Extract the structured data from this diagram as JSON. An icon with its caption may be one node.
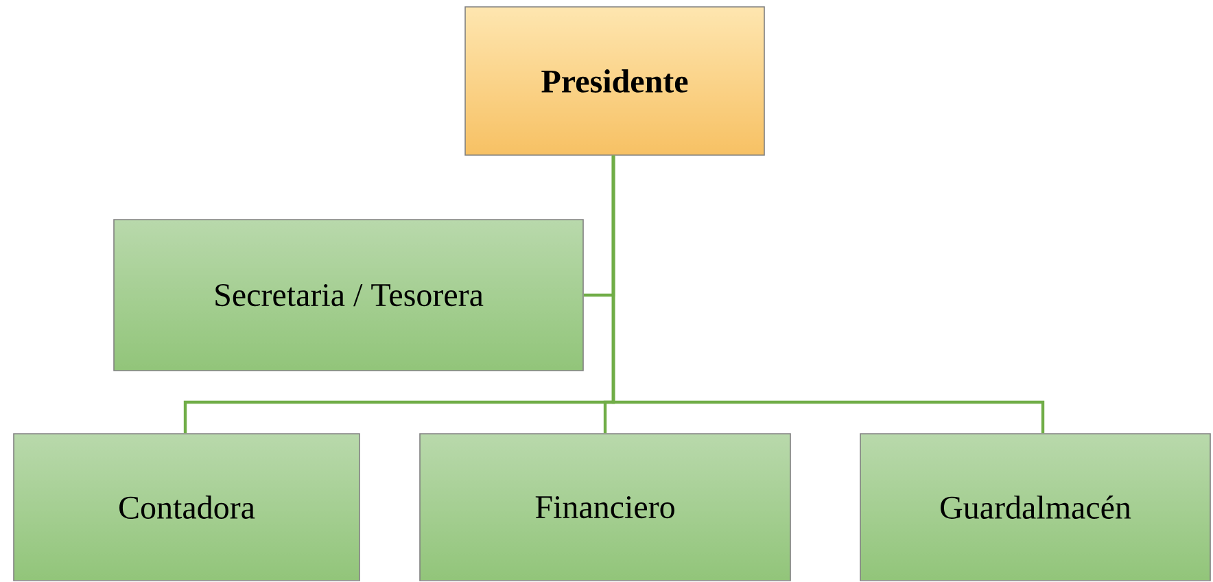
{
  "diagram": {
    "nodes": [
      {
        "text": [
          "Presidente"
        ]
      },
      {
        "text": [
          "Secretaria / Tesorera"
        ]
      },
      {
        "text": [
          "Contadora"
        ]
      },
      {
        "text": [
          "Financiero"
        ]
      },
      {
        "text": [
          "Guardalmacén"
        ]
      }
    ],
    "edges": [
      {
        "from": 0,
        "to": 1,
        "arrow": "none"
      },
      {
        "from": 0,
        "to": 2,
        "arrow": "none"
      },
      {
        "from": 0,
        "to": 3,
        "arrow": "none"
      },
      {
        "from": 0,
        "to": 4,
        "arrow": "none"
      }
    ]
  }
}
